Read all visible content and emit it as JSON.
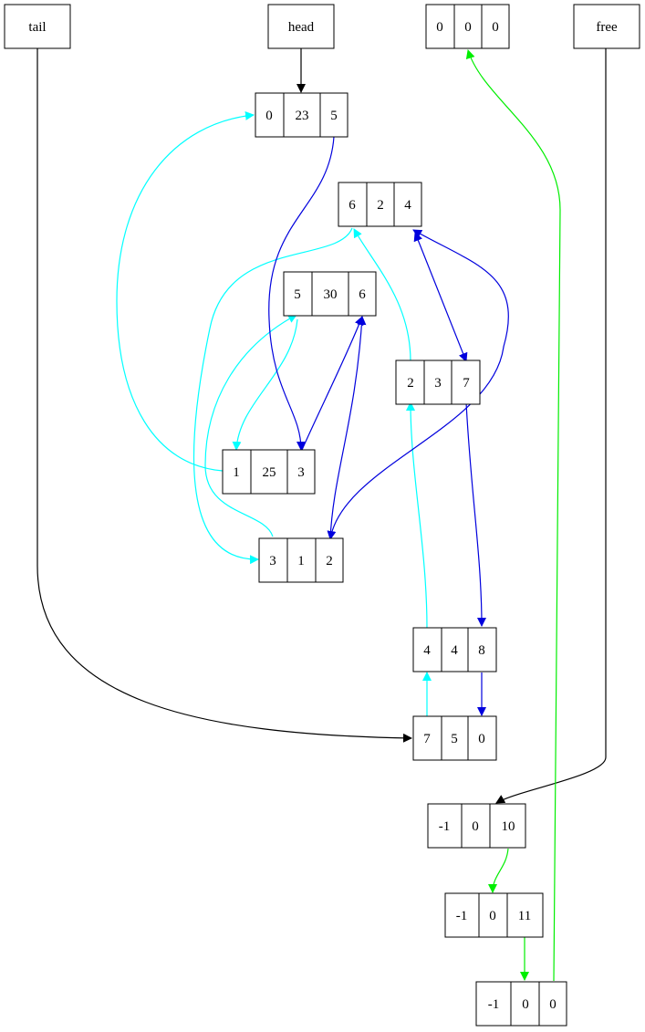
{
  "colors": {
    "black": "#000000",
    "cyan": "#00ffff",
    "blue": "#0000dd",
    "green": "#00ee00"
  },
  "labels": {
    "tail": "tail",
    "head": "head",
    "free": "free"
  },
  "nodes": {
    "n_top": [
      "0",
      "0",
      "0"
    ],
    "n_head": [
      "0",
      "23",
      "5"
    ],
    "n_624": [
      "6",
      "2",
      "4"
    ],
    "n_5306": [
      "5",
      "30",
      "6"
    ],
    "n_237": [
      "2",
      "3",
      "7"
    ],
    "n_1253": [
      "1",
      "25",
      "3"
    ],
    "n_312": [
      "3",
      "1",
      "2"
    ],
    "n_448": [
      "4",
      "4",
      "8"
    ],
    "n_750": [
      "7",
      "5",
      "0"
    ],
    "n_f1": [
      "-1",
      "0",
      "10"
    ],
    "n_f2": [
      "-1",
      "0",
      "11"
    ],
    "n_f3": [
      "-1",
      "0",
      "0"
    ]
  }
}
